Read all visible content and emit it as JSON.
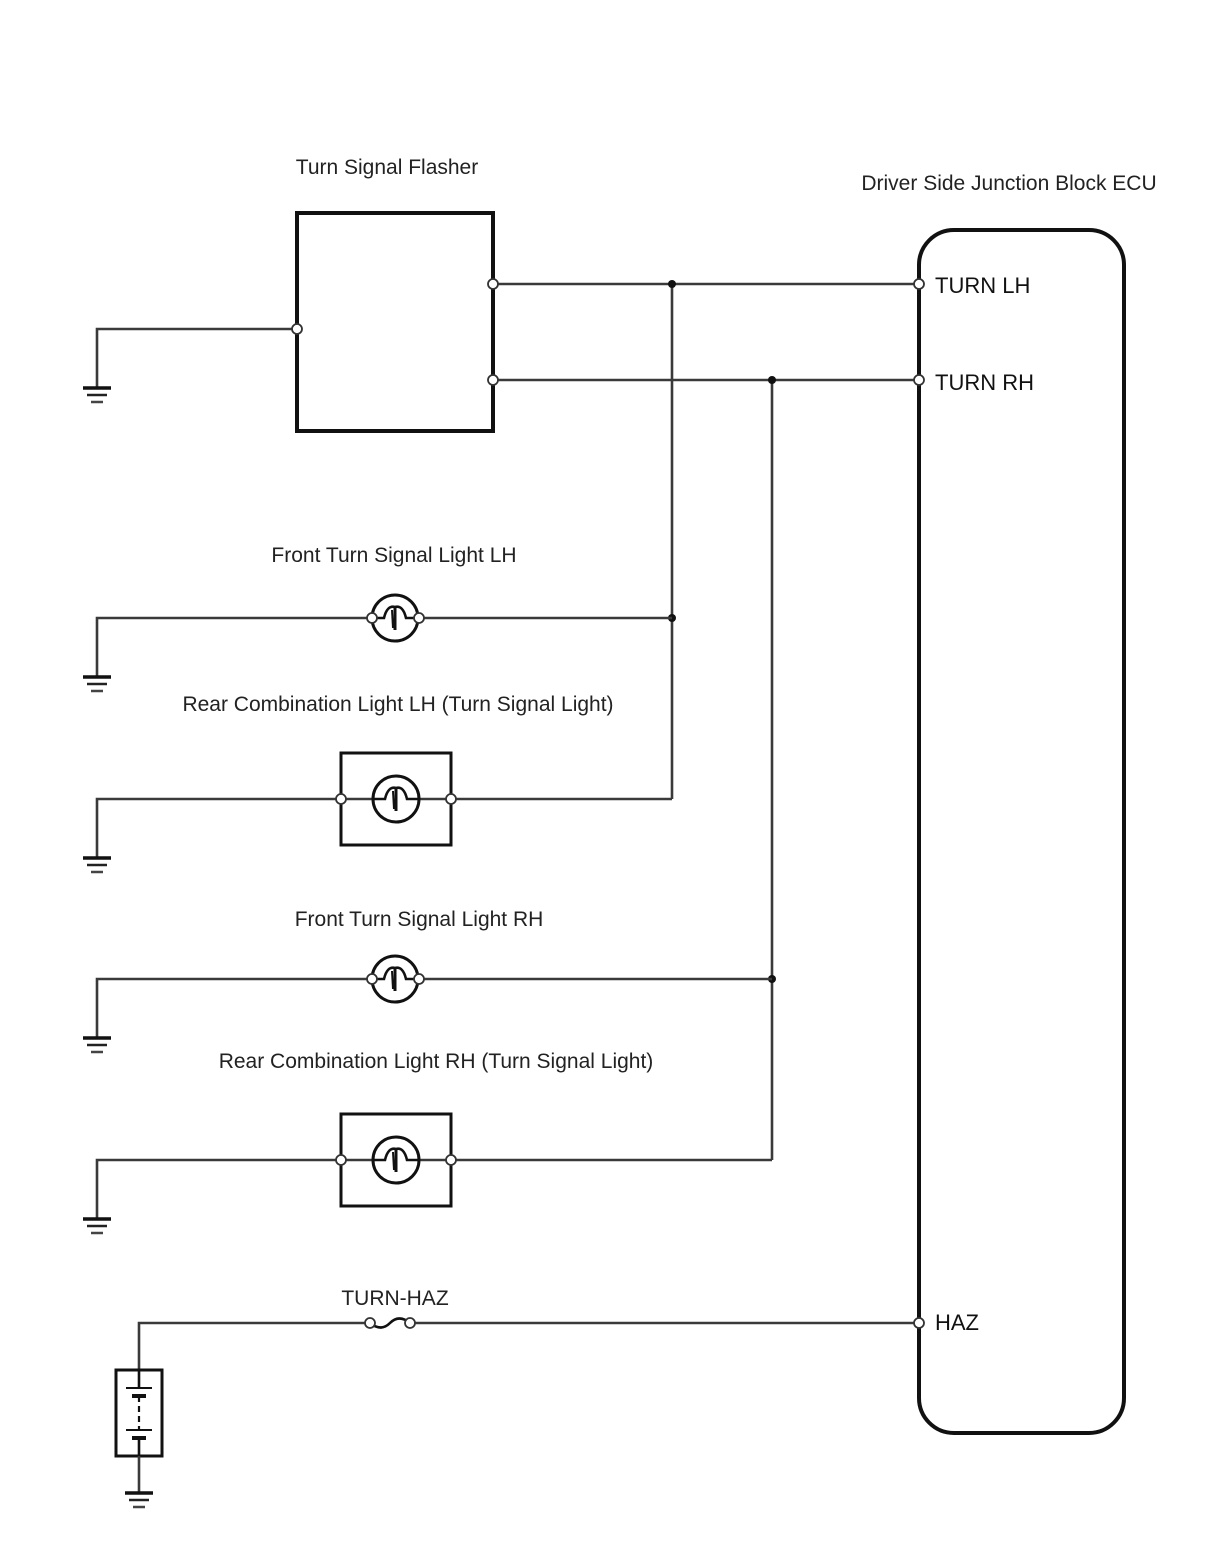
{
  "diagram": {
    "type": "wiring-diagram",
    "components": {
      "flasher": {
        "label": "Turn Signal Flasher"
      },
      "ecu": {
        "label": "Driver Side Junction Block ECU",
        "pins": [
          "TURN LH",
          "TURN RH",
          "HAZ"
        ]
      },
      "front_lh": {
        "label": "Front Turn Signal Light LH"
      },
      "rear_lh": {
        "label": "Rear Combination Light LH (Turn Signal Light)"
      },
      "front_rh": {
        "label": "Front Turn Signal Light RH"
      },
      "rear_rh": {
        "label": "Rear Combination Light RH (Turn Signal Light)"
      },
      "fuse": {
        "label": "TURN-HAZ"
      },
      "battery": {
        "label": ""
      }
    },
    "connections": [
      {
        "from": "Turn Signal Flasher",
        "to": "Driver Side Junction Block ECU: TURN LH"
      },
      {
        "from": "Turn Signal Flasher",
        "to": "Driver Side Junction Block ECU: TURN RH"
      },
      {
        "from": "TURN LH line",
        "to": "Front Turn Signal Light LH"
      },
      {
        "from": "TURN LH line",
        "to": "Rear Combination Light LH (Turn Signal Light)"
      },
      {
        "from": "TURN RH line",
        "to": "Front Turn Signal Light RH"
      },
      {
        "from": "TURN RH line",
        "to": "Rear Combination Light RH (Turn Signal Light)"
      },
      {
        "from": "Battery",
        "to": "TURN-HAZ fuse"
      },
      {
        "from": "TURN-HAZ fuse",
        "to": "Driver Side Junction Block ECU: HAZ"
      }
    ]
  }
}
